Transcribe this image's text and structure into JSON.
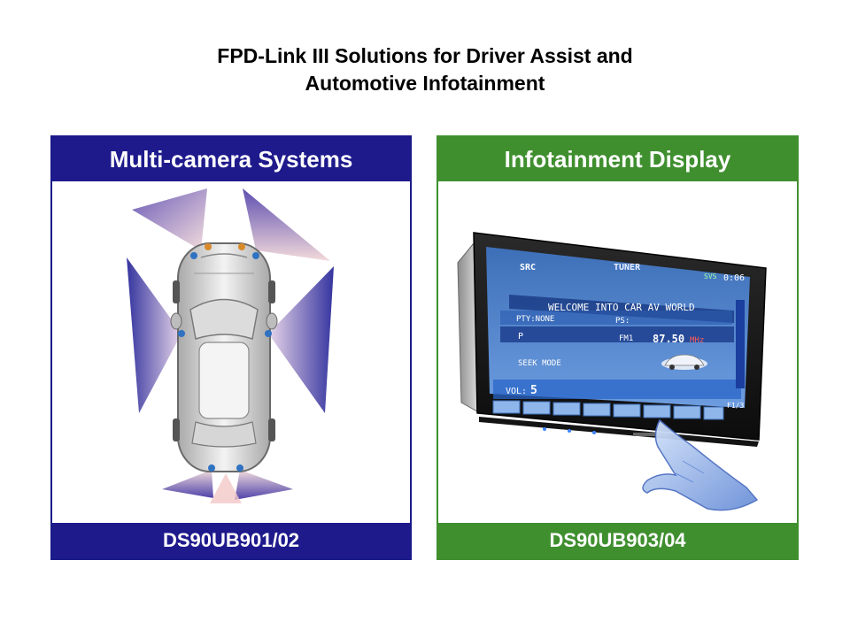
{
  "slide": {
    "title_line1": "FPD-Link III Solutions for Driver Assist and",
    "title_line2": "Automotive Infotainment"
  },
  "panels": {
    "left": {
      "header": "Multi-camera  Systems",
      "footer": "DS90UB901/02",
      "accent_color": "#1e1a8c"
    },
    "right": {
      "header": "Infotainment  Display",
      "footer": "DS90UB903/04",
      "accent_color": "#3f8f2f"
    }
  },
  "screen": {
    "src_label": "SRC",
    "mode": "TUNER",
    "svs_label": "SVS",
    "time": "0:06",
    "ticker": "WELCOME INTO CAR AV WORLD",
    "pty_label": "PTY:NONE",
    "ps_label": "PS:",
    "p_label": "P",
    "band": "FM1",
    "frequency": "87.50",
    "frequency_unit": "MHz",
    "seek_mode": "SEEK MODE",
    "volume_label": "VOL:",
    "volume_value": "5",
    "page_label": "F1/3"
  },
  "icons": [
    "camera-icon",
    "car-icon",
    "hand-pointer-icon",
    "touchscreen-icon"
  ]
}
